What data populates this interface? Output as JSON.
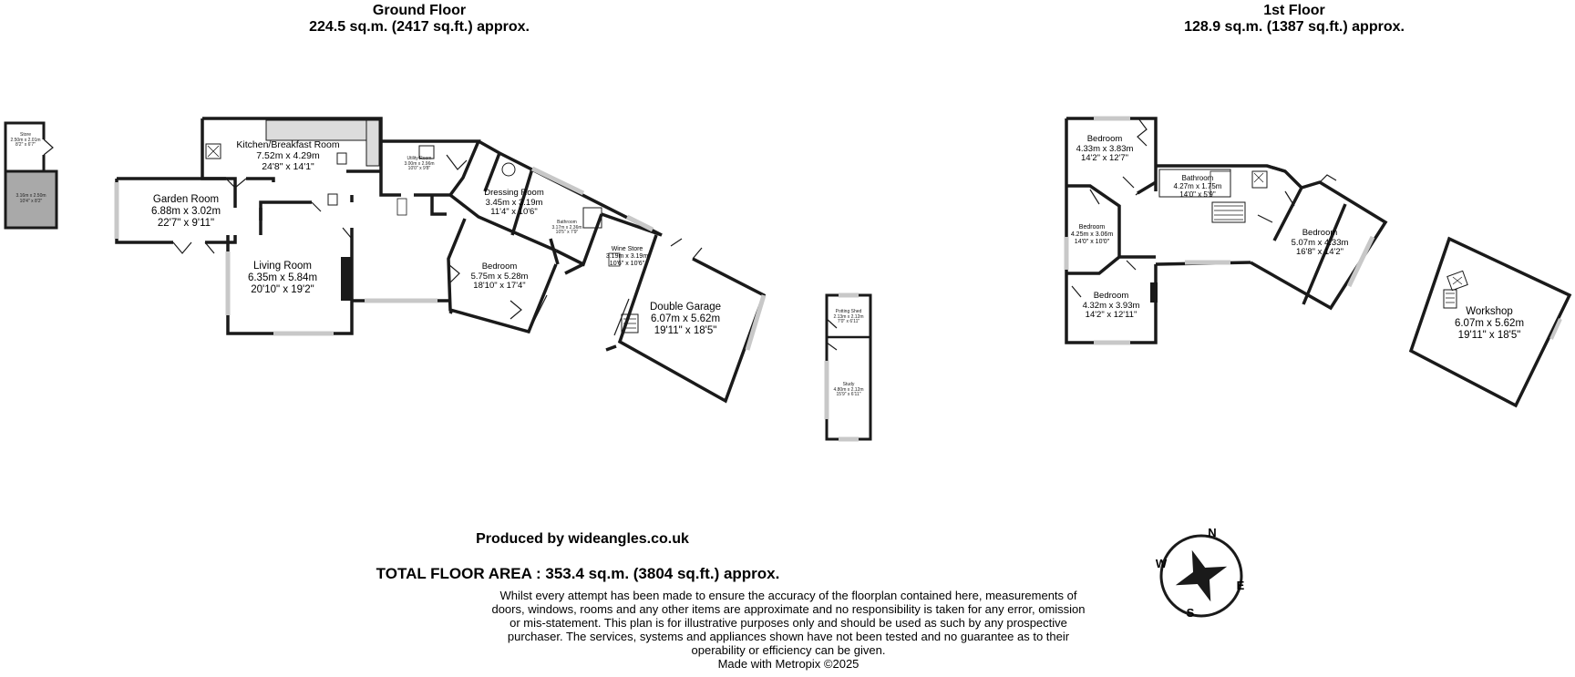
{
  "ground_floor": {
    "title": "Ground Floor",
    "area": "224.5 sq.m. (2417 sq.ft.) approx."
  },
  "first_floor": {
    "title": "1st Floor",
    "area": "128.9 sq.m. (1387 sq.ft.) approx."
  },
  "rooms": {
    "store": {
      "name": "Store",
      "metric": "2.50m x 2.01m",
      "imperial": "8'2\" x 6'7\""
    },
    "outbuilding": {
      "metric": "3.16m x 2.50m",
      "imperial": "10'4\" x 8'2\""
    },
    "kitchen": {
      "name": "Kitchen/Breakfast Room",
      "metric": "7.52m  x 4.29m",
      "imperial": "24'8\"  x 14'1\""
    },
    "garden_room": {
      "name": "Garden Room",
      "metric": "6.88m  x 3.02m",
      "imperial": "22'7\"  x 9'11\""
    },
    "living_room": {
      "name": "Living Room",
      "metric": "6.35m  x 5.84m",
      "imperial": "20'10\"  x 19'2\""
    },
    "utility": {
      "name": "Utility Room",
      "metric": "3.00m x 2.96m",
      "imperial": "10'0\" x 9'8\""
    },
    "dressing_room": {
      "name": "Dressing Room",
      "metric": "3.45m  x 3.19m",
      "imperial": "11'4\"  x 10'6\""
    },
    "bathroom_g": {
      "name": "Bathroom",
      "metric": "3.17m x 2.36m",
      "imperial": "10'5\" x 7'9\""
    },
    "wine_store": {
      "name": "Wine Store",
      "metric": "3.19m  x 3.19m",
      "imperial": "10'6\"  x 10'6\""
    },
    "bedroom_g": {
      "name": "Bedroom",
      "metric": "5.75m  x 5.28m",
      "imperial": "18'10\"  x 17'4\""
    },
    "double_garage": {
      "name": "Double Garage",
      "metric": "6.07m  x 5.62m",
      "imperial": "19'11\"  x 18'5\""
    },
    "potting_shed": {
      "name": "Potting Shed",
      "metric": "2.13m x 2.12m",
      "imperial": "7'0\" x 6'11\""
    },
    "study": {
      "name": "Study",
      "metric": "4.80m x 2.12m",
      "imperial": "15'9\" x 6'11\""
    },
    "bedroom_1a": {
      "name": "Bedroom",
      "metric": "4.33m  x 3.83m",
      "imperial": "14'2\"  x 12'7\""
    },
    "bathroom_1": {
      "name": "Bathroom",
      "metric": "4.27m  x 1.75m",
      "imperial": "14'0\"  x 5'9\""
    },
    "bedroom_1b": {
      "name": "Bedroom",
      "metric": "4.25m  x 3.06m",
      "imperial": "14'0\"  x 10'0\""
    },
    "bedroom_1c": {
      "name": "Bedroom",
      "metric": "4.32m  x 3.93m",
      "imperial": "14'2\"  x 12'11\""
    },
    "bedroom_1d": {
      "name": "Bedroom",
      "metric": "5.07m  x 4.33m",
      "imperial": "16'8\"  x 14'2\""
    },
    "workshop": {
      "name": "Workshop",
      "metric": "6.07m  x 5.62m",
      "imperial": "19'11\"  x 18'5\""
    }
  },
  "compass": {
    "n": "N",
    "e": "E",
    "s": "S",
    "w": "W"
  },
  "footer": {
    "produced_by": "Produced by wideangles.co.uk",
    "total_area": "TOTAL FLOOR AREA : 353.4 sq.m. (3804 sq.ft.) approx.",
    "disclaimer": "Whilst every attempt has been made to ensure the accuracy of the floorplan contained here, measurements of doors, windows, rooms and any other items are approximate and no responsibility is taken for any error, omission or mis-statement. This plan is for illustrative purposes only and should be used as such by any prospective purchaser. The services, systems and appliances shown have not been tested and no guarantee as to their operability or efficiency can be given.",
    "made_with": "Made with Metropix ©2025"
  },
  "colors": {
    "wall": "#1a1a1a",
    "outbuilding_fill": "#a9a9a9",
    "worktop": "#dcdcdc",
    "window": "#c8c8c8"
  }
}
